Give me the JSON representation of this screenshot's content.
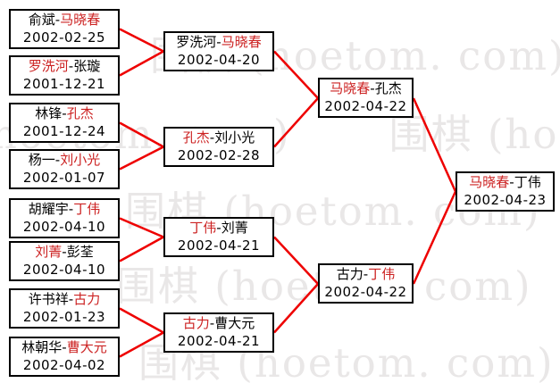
{
  "watermark": {
    "text": "围棋 (hoetom. com)",
    "color": "#e9e7e7"
  },
  "separator": "-",
  "colors": {
    "winner_text": "#cc2222",
    "connector_line": "#ee0000",
    "box_border": "#000000",
    "background": "#ffffff"
  },
  "bracket": {
    "round1": [
      {
        "p1": "俞斌",
        "p2": "马晓春",
        "winner": "马晓春",
        "date": "2002-02-25"
      },
      {
        "p1": "罗洗河",
        "p2": "张璇",
        "winner": "罗洗河",
        "date": "2001-12-21"
      },
      {
        "p1": "林锋",
        "p2": "孔杰",
        "winner": "孔杰",
        "date": "2001-12-24"
      },
      {
        "p1": "杨一",
        "p2": "刘小光",
        "winner": "刘小光",
        "date": "2002-01-07"
      },
      {
        "p1": "胡耀宇",
        "p2": "丁伟",
        "winner": "丁伟",
        "date": "2002-04-10"
      },
      {
        "p1": "刘菁",
        "p2": "彭荃",
        "winner": "刘菁",
        "date": "2002-04-10"
      },
      {
        "p1": "许书祥",
        "p2": "古力",
        "winner": "古力",
        "date": "2002-01-23"
      },
      {
        "p1": "林朝华",
        "p2": "曹大元",
        "winner": "曹大元",
        "date": "2002-04-02"
      }
    ],
    "round2": [
      {
        "p1": "罗洗河",
        "p2": "马晓春",
        "winner": "马晓春",
        "date": "2002-04-20"
      },
      {
        "p1": "孔杰",
        "p2": "刘小光",
        "winner": "孔杰",
        "date": "2002-02-28"
      },
      {
        "p1": "丁伟",
        "p2": "刘菁",
        "winner": "丁伟",
        "date": "2002-04-21"
      },
      {
        "p1": "古力",
        "p2": "曹大元",
        "winner": "古力",
        "date": "2002-04-21"
      }
    ],
    "round3": [
      {
        "p1": "马晓春",
        "p2": "孔杰",
        "winner": "马晓春",
        "date": "2002-04-22"
      },
      {
        "p1": "古力",
        "p2": "丁伟",
        "winner": "丁伟",
        "date": "2002-04-22"
      }
    ],
    "final": [
      {
        "p1": "马晓春",
        "p2": "丁伟",
        "winner": "马晓春",
        "date": "2002-04-23"
      }
    ]
  }
}
